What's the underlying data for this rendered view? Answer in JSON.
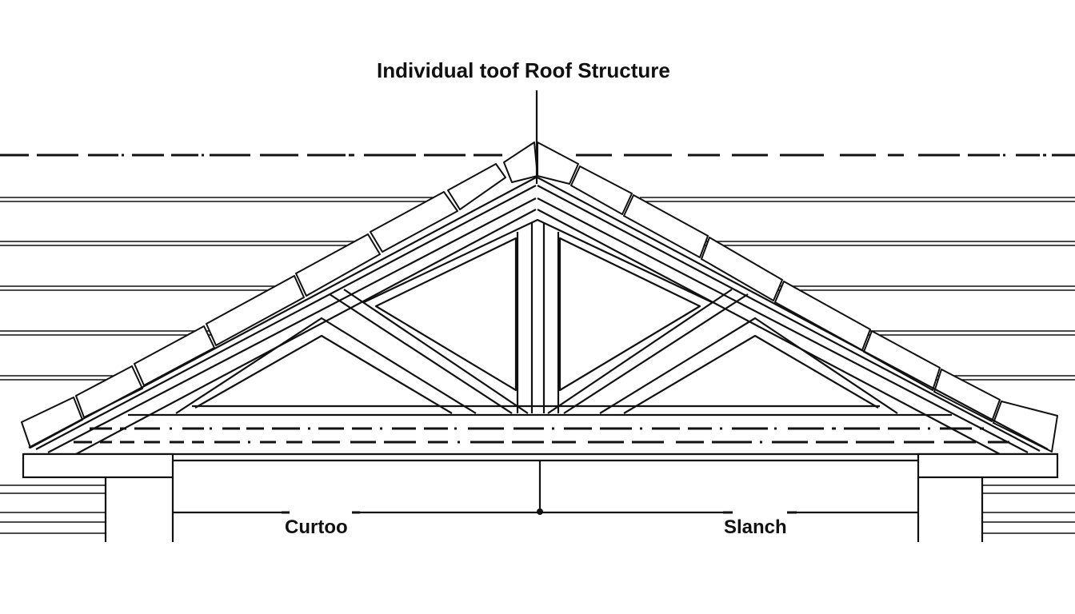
{
  "diagram": {
    "title": "Individual toof Roof Structure",
    "labels": {
      "left": "Curtoo",
      "right": "Slanch"
    },
    "components": [
      "ridge-tiles",
      "roof-tiles-left",
      "roof-tiles-right",
      "top-chord-left",
      "top-chord-right",
      "king-post",
      "web-left",
      "web-right",
      "bottom-chord",
      "wall-plate-left",
      "wall-plate-right",
      "wall-post-left",
      "wall-post-right",
      "siding-lines",
      "centerline-dashes"
    ],
    "colors": {
      "line": "#111111",
      "background": "#ffffff"
    }
  }
}
